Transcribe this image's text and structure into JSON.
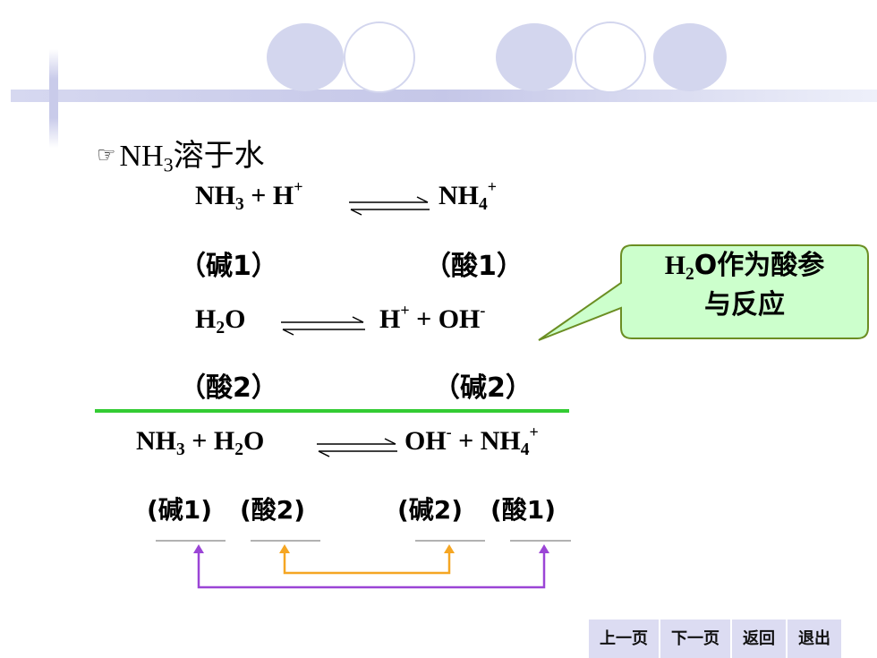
{
  "title": {
    "icon": "pointing-hand-icon",
    "formula": "NH",
    "sub": "3",
    "text": "溶于水"
  },
  "reaction1": {
    "left": "NH",
    "left_sub": "3",
    "plus": " + H",
    "plus_sup": "+",
    "right": "NH",
    "right_sub": "4",
    "right_sup": "+"
  },
  "labels1": {
    "left": "（碱1）",
    "right": "（酸1）"
  },
  "reaction2": {
    "left": "H",
    "left_sub": "2",
    "left_tail": "O",
    "right": "H",
    "right_sup": "+",
    "right_mid": " + OH",
    "right_sup2": "-"
  },
  "labels2": {
    "left": "（酸2）",
    "right": "（碱2）"
  },
  "net": {
    "a": "NH",
    "a_sub": "3",
    "b": " + H",
    "b_sub": "2",
    "b_tail": "O",
    "c": "OH",
    "c_sup": "-",
    "d": " + NH",
    "d_sub": "4",
    "d_sup": "+"
  },
  "net_labels": {
    "l1": "(碱1)",
    "l2": "(酸2)",
    "l3": "(碱2)",
    "l4": "(酸1)"
  },
  "callout": {
    "pre": "H",
    "sub": "2",
    "line1": "O作为酸参",
    "line2": "与反应"
  },
  "nav": {
    "prev": "上一页",
    "next": "下一页",
    "back": "返回",
    "exit": "退出"
  },
  "colors": {
    "divider": "#33cc33",
    "callout_fill": "#ccffcc",
    "callout_border": "#6b8e23",
    "arrow_orange": "#f5a623",
    "arrow_purple": "#9b45d6",
    "deco": "#d3d6ee"
  }
}
